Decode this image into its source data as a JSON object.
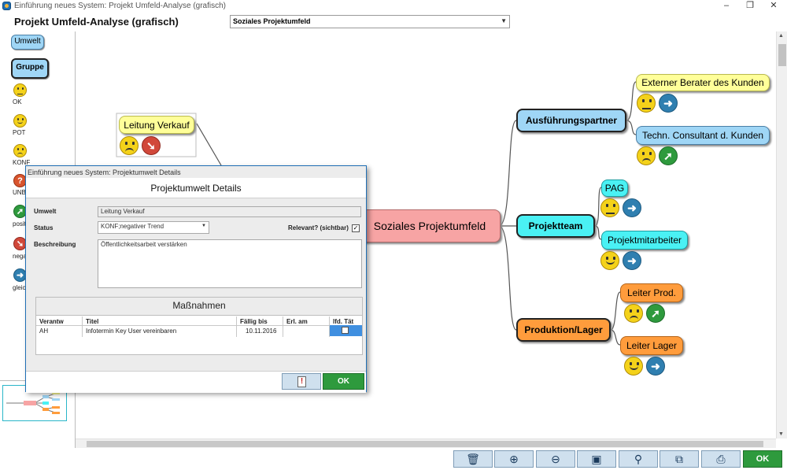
{
  "window": {
    "title": "Einführung neues System: Projekt Umfeld-Analyse (grafisch)",
    "controls": [
      "minimize",
      "restore",
      "close"
    ]
  },
  "header": {
    "page_title": "Projekt Umfeld-Analyse (grafisch)",
    "view_select": "Soziales Projektumfeld"
  },
  "palette": {
    "umwelt": "Umwelt",
    "gruppe": "Gruppe",
    "items": [
      {
        "label": "OK",
        "icon": "smiley-smile-icon"
      },
      {
        "label": "POT",
        "icon": "smiley-smile-icon"
      },
      {
        "label": "KONF",
        "icon": "smiley-frown-icon"
      },
      {
        "label": "UNB",
        "icon": "question-icon"
      },
      {
        "label": "posit",
        "icon": "arrow-up-right-icon"
      },
      {
        "label": "nega",
        "icon": "arrow-down-left-icon"
      },
      {
        "label": "gleic",
        "icon": "arrow-right-icon"
      }
    ]
  },
  "mindmap": {
    "root": "Soziales Projektumfeld",
    "floating": "Leitung Verkauf",
    "groups": [
      {
        "label": "Ausführungspartner",
        "children": [
          "Externer Berater des Kunden",
          "Techn. Consultant d. Kunden"
        ]
      },
      {
        "label": "Projektteam",
        "children": [
          "PAG",
          "Projektmitarbeiter"
        ]
      },
      {
        "label": "Produktion/Lager",
        "children": [
          "Leiter Prod.",
          "Leiter Lager"
        ]
      }
    ]
  },
  "dialog": {
    "window_title": "Einführung neues System: Projektumwelt Details",
    "heading": "Projektumwelt Details",
    "umwelt_label": "Umwelt",
    "umwelt_value": "Leitung Verkauf",
    "status_label": "Status",
    "status_value": "KONF;negativer Trend",
    "relevant_label": "Relevant? (sichtbar)",
    "relevant_checked": true,
    "beschreibung_label": "Beschreibung",
    "beschreibung_value": "Öffentlichkeitsarbeit verstärken",
    "massnahmen": {
      "heading": "Maßnahmen",
      "columns": [
        "Verantw",
        "Titel",
        "Fällig bis",
        "Erl. am",
        "lfd. Tät"
      ],
      "rows": [
        {
          "verantw": "AH",
          "titel": "Infotermin Key User vereinbaren",
          "faellig": "10.11.2016",
          "erl": "",
          "lfd": ""
        }
      ]
    },
    "ok": "OK"
  },
  "toolbar": {
    "buttons": [
      "delete-icon",
      "zoom-in-icon",
      "zoom-out-icon",
      "zoom-fit-icon",
      "search-icon",
      "export-icon",
      "print-icon"
    ],
    "ok": "OK"
  },
  "colors": {
    "yellow_node": "#ffff99",
    "blue_node": "#9fd6f6",
    "cyan_node": "#4af1f4",
    "orange_node": "#ff9c3c",
    "root_node": "#f7a4a4",
    "ok_green": "#2e9a3d"
  }
}
